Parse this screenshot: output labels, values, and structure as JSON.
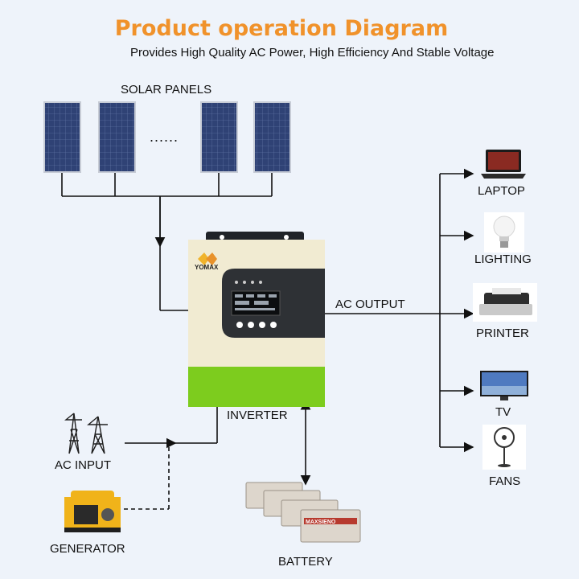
{
  "header": {
    "title": "Product operation Diagram",
    "subtitle": "Provides High Quality AC Power, High Efficiency And Stable Voltage"
  },
  "solar": {
    "label": "SOLAR PANELS",
    "ellipsis": "......"
  },
  "inverter": {
    "label": "INVERTER",
    "brand": "YOMAX"
  },
  "output": {
    "label": "AC OUTPUT"
  },
  "loads": [
    "LAPTOP",
    "LIGHTING",
    "PRINTER",
    "TV",
    "FANS"
  ],
  "inputs": {
    "ac_input": "AC INPUT",
    "generator": "GENERATOR"
  },
  "battery": {
    "label": "BATTERY",
    "brand": "MAXSIENO"
  },
  "colors": {
    "title": "#f0922b",
    "inverter_body": "#f1ebd2",
    "inverter_base": "#7dcc1e",
    "panel": "#2d3f6e"
  }
}
